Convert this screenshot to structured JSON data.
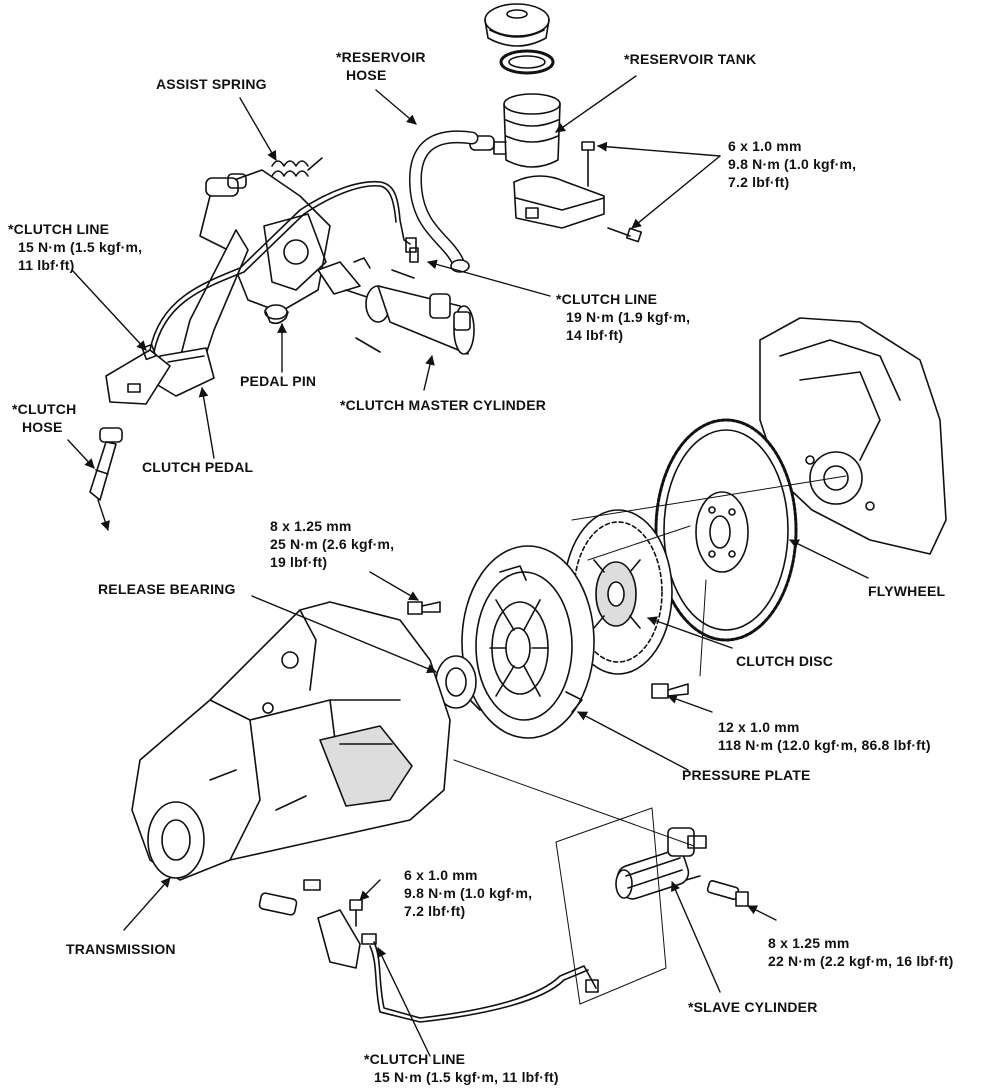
{
  "labels": {
    "reservoir_hose": [
      "*RESERVOIR",
      "HOSE"
    ],
    "reservoir_tank": "*RESERVOIR TANK",
    "assist_spring": "ASSIST SPRING",
    "tank_bolt_spec": [
      "6 x 1.0 mm",
      "9.8 N·m (1.0 kgf·m,",
      "7.2 lbf·ft)"
    ],
    "clutch_line_upper_left": [
      "*CLUTCH LINE",
      "15 N·m (1.5 kgf·m,",
      "11 lbf·ft)"
    ],
    "clutch_line_master": [
      "*CLUTCH LINE",
      "19 N·m (1.9 kgf·m,",
      "14 lbf·ft)"
    ],
    "pedal_pin": "PEDAL PIN",
    "clutch_master_cylinder": "*CLUTCH MASTER CYLINDER",
    "clutch_hose": [
      "*CLUTCH",
      "HOSE"
    ],
    "clutch_pedal": "CLUTCH PEDAL",
    "pressure_plate_bolt_spec": [
      "8 x 1.25 mm",
      "25 N·m (2.6 kgf·m,",
      "19 lbf·ft)"
    ],
    "release_bearing": "RELEASE BEARING",
    "flywheel": "FLYWHEEL",
    "clutch_disc": "CLUTCH DISC",
    "flywheel_bolt_spec": [
      "12 x 1.0 mm",
      "118 N·m (12.0 kgf·m, 86.8 lbf·ft)"
    ],
    "pressure_plate": "PRESSURE PLATE",
    "bracket_bolt_spec": [
      "6 x 1.0 mm",
      "9.8 N·m (1.0 kgf·m,",
      "7.2 lbf·ft)"
    ],
    "transmission": "TRANSMISSION",
    "slave_bolt_spec": [
      "8 x 1.25 mm",
      "22 N·m (2.2 kgf·m, 16 lbf·ft)"
    ],
    "slave_cylinder": "*SLAVE CYLINDER",
    "clutch_line_lower": [
      "*CLUTCH LINE",
      "15 N·m (1.5 kgf·m, 11 lbf·ft)"
    ]
  },
  "colors": {
    "ink": "#111111",
    "paper": "#ffffff",
    "shade": "#d9d9d9"
  }
}
